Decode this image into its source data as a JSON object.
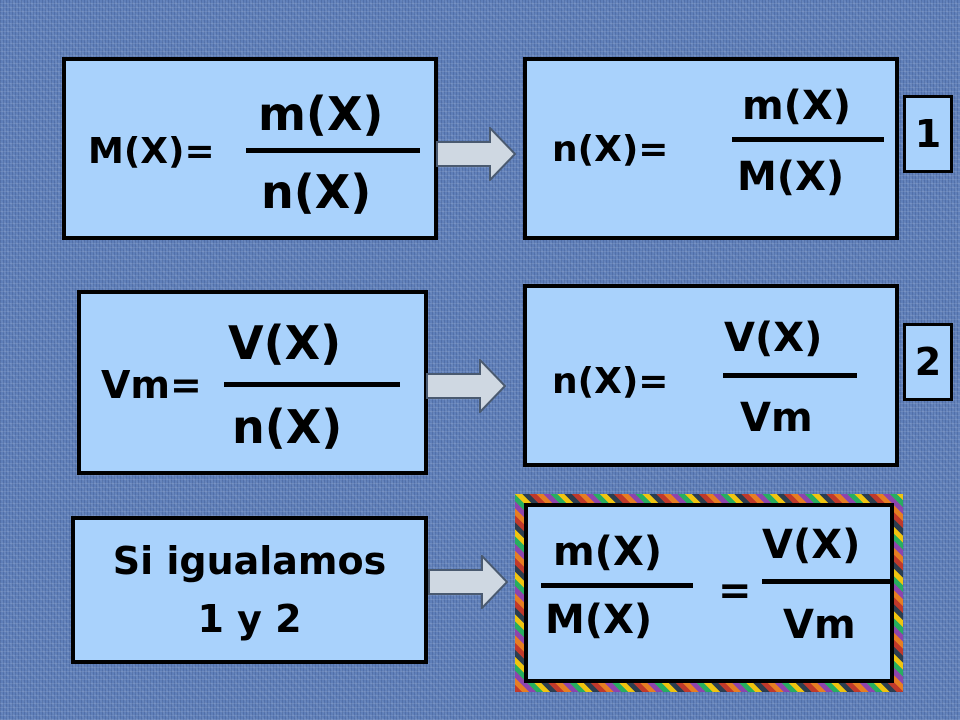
{
  "row1": {
    "left": {
      "lhs": "M(X)=",
      "num": "m(X)",
      "den": "n(X)"
    },
    "right": {
      "lhs": "n(X)=",
      "num": "m(X)",
      "den": "M(X)"
    },
    "tag": "1"
  },
  "row2": {
    "left": {
      "lhs": "Vm=",
      "num": "V(X)",
      "den": "n(X)"
    },
    "right": {
      "lhs": "n(X)=",
      "num": "V(X)",
      "den": "Vm"
    },
    "tag": "2"
  },
  "row3": {
    "left": {
      "line1": "Si igualamos",
      "line2": "1 y 2"
    },
    "right": {
      "num1": "m(X)",
      "den1": "M(X)",
      "eq": "=",
      "num2": "V(X)",
      "den2": "Vm"
    }
  },
  "colors": {
    "box_fill": "#a9d2fc",
    "background": "#5f7fb9"
  }
}
